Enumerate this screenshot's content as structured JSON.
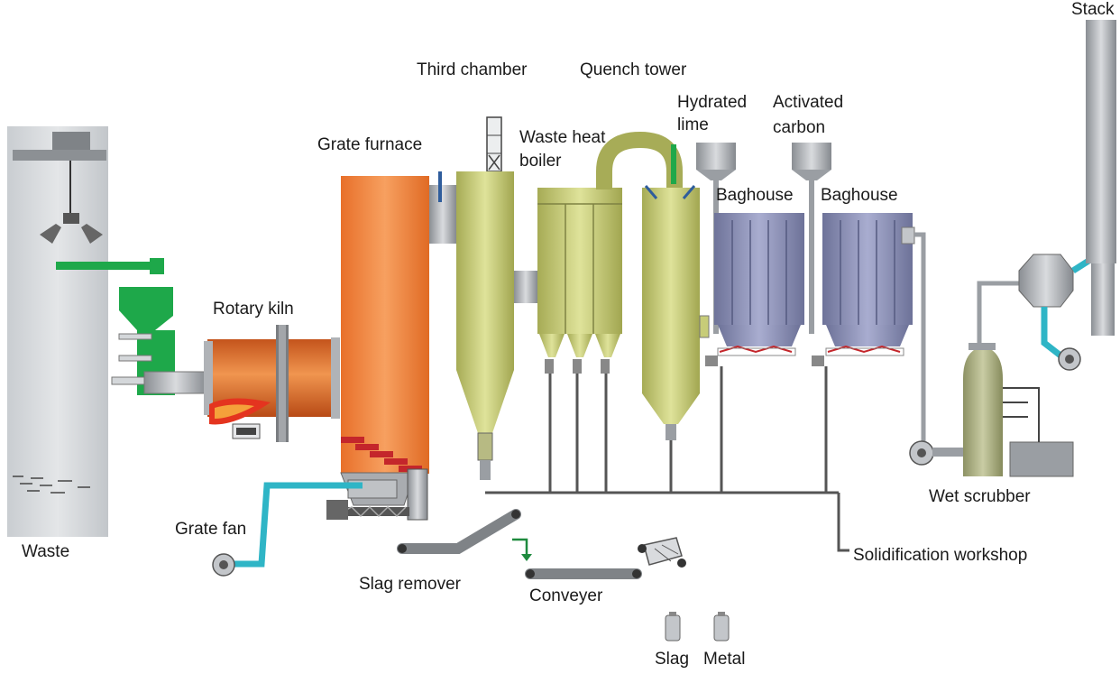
{
  "labels": {
    "stack": "Stack",
    "third_chamber": "Third chamber",
    "quench_tower": "Quench tower",
    "hydrated_lime_1": "Hydrated",
    "hydrated_lime_2": "lime",
    "activated_carbon_1": "Activated",
    "activated_carbon_2": "carbon",
    "grate_furnace": "Grate furnace",
    "waste_heat_boiler_1": "Waste heat",
    "waste_heat_boiler_2": "boiler",
    "baghouse_1": "Baghouse",
    "baghouse_2": "Baghouse",
    "rotary_kiln": "Rotary kiln",
    "wet_scrubber": "Wet scrubber",
    "waste": "Waste",
    "grate_fan": "Grate fan",
    "slag_remover": "Slag remover",
    "conveyer": "Conveyer",
    "solidification_workshop": "Solidification workshop",
    "slag": "Slag",
    "metal": "Metal"
  },
  "colors": {
    "pit": "#d4d7da",
    "steel": "#9a9ea3",
    "kiln_orange": "#e8742a",
    "furnace_orange": "#f0883a",
    "boiler_yellow": "#c7cc78",
    "baghouse_blue": "#8d92b8",
    "pipe_cyan": "#2fb5c6",
    "feeder_green": "#1ea84a",
    "stack_gray": "#a9acb0",
    "slag_red": "#c4262b"
  }
}
